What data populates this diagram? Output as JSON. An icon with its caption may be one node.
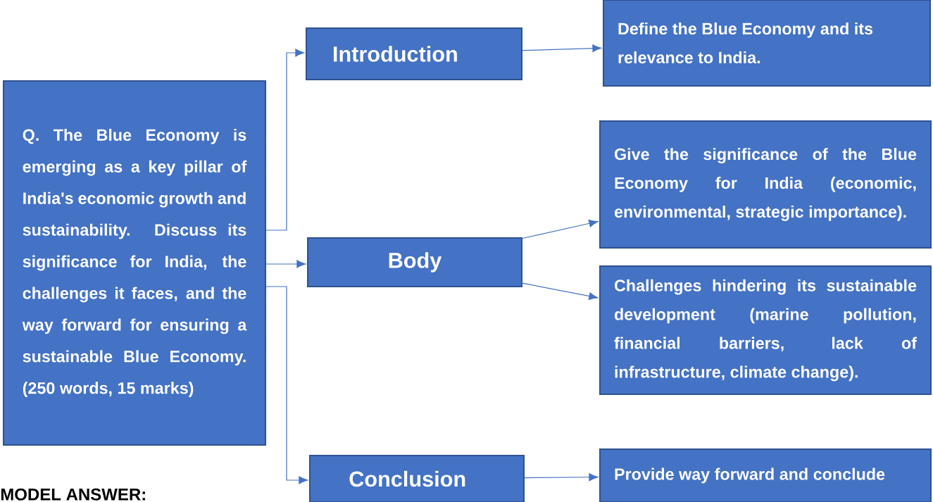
{
  "diagram": {
    "nodes": [
      {
        "text": [
          "Q. The Blue Economy is emerging as a key pillar of India's economic growth and sustainability. Discuss its significance for India, the challenges it faces, and the way forward for ensuring a sustainable Blue Economy. (250 words, 15 marks)"
        ]
      },
      {
        "text": [
          "Introduction"
        ]
      },
      {
        "text": [
          "Define the Blue Economy and its relevance to India."
        ]
      },
      {
        "text": [
          "Body"
        ]
      },
      {
        "text": [
          "Give the significance of the Blue Economy for India (economic, environmental, strategic importance)."
        ]
      },
      {
        "text": [
          "Challenges hindering its sustainable development (marine pollution, financial barriers, lack of infrastructure, climate change)."
        ]
      },
      {
        "text": [
          "Conclusion"
        ]
      },
      {
        "text": [
          "Provide way forward and conclude"
        ]
      }
    ],
    "edges": [
      {
        "from": 0,
        "to": 1,
        "arrow": "to"
      },
      {
        "from": 0,
        "to": 3,
        "arrow": "to"
      },
      {
        "from": 0,
        "to": 6,
        "arrow": "to"
      },
      {
        "from": 1,
        "to": 2,
        "arrow": "to"
      },
      {
        "from": 3,
        "to": 4,
        "arrow": "to"
      },
      {
        "from": 3,
        "to": 5,
        "arrow": "to"
      },
      {
        "from": 6,
        "to": 7,
        "arrow": "to"
      }
    ],
    "labels": [
      "MODEL ANSWER:"
    ]
  }
}
